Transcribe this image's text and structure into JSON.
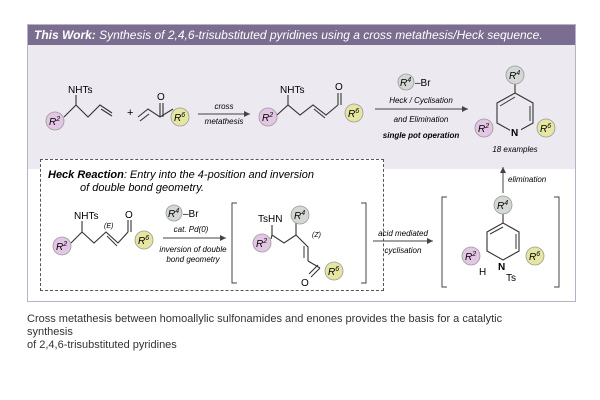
{
  "header": {
    "bold": "This Work:",
    "rest": " Synthesis of 2,4,6-trisubstituted pyridines using a cross metathesis/Heck sequence."
  },
  "top": {
    "nhts": "NHTs",
    "plus": "+",
    "cross_label_1": "cross",
    "cross_label_2": "metathesis",
    "reagent_r": "R",
    "reagent_sup": "4",
    "reagent_br": "–Br",
    "step_1": "Heck / Cyclisation",
    "step_2": "and Elimination",
    "single_pot": "single pot operation",
    "examples": "18 examples",
    "o": "O",
    "n": "N"
  },
  "heck": {
    "title_bold": "Heck Reaction",
    "title_rest": ": Entry into the 4-position and inversion",
    "title_line2": "of double bond geometry.",
    "catalyst": "cat. Pd(0)",
    "inversion_1": "inversion of double",
    "inversion_2": "bond geometry",
    "e_label": "(E)",
    "z_label": "(Z)",
    "tshn": "TsHN"
  },
  "acid": {
    "line_1": "acid mediated",
    "line_2": "cyclisation"
  },
  "elimination": "elimination",
  "intermediate": {
    "h": "H",
    "ts": "Ts"
  },
  "groups": {
    "r2": "R",
    "r2_sup": "2",
    "r4": "R",
    "r4_sup": "4",
    "r6": "R",
    "r6_sup": "6"
  },
  "colors": {
    "r2_fill": "#e3c6e3",
    "r6_fill": "#e4e6a2",
    "r4_fill": "#d4d8d4",
    "header_bg": "#7a6d8f",
    "band_bg": "#ece9f1"
  },
  "caption": {
    "line_1": "Cross metathesis between homoallylic sulfonamides and enones provides the basis for a catalytic",
    "line_2": "synthesis",
    "line_3": "of 2,4,6-trisubstituted pyridines"
  }
}
